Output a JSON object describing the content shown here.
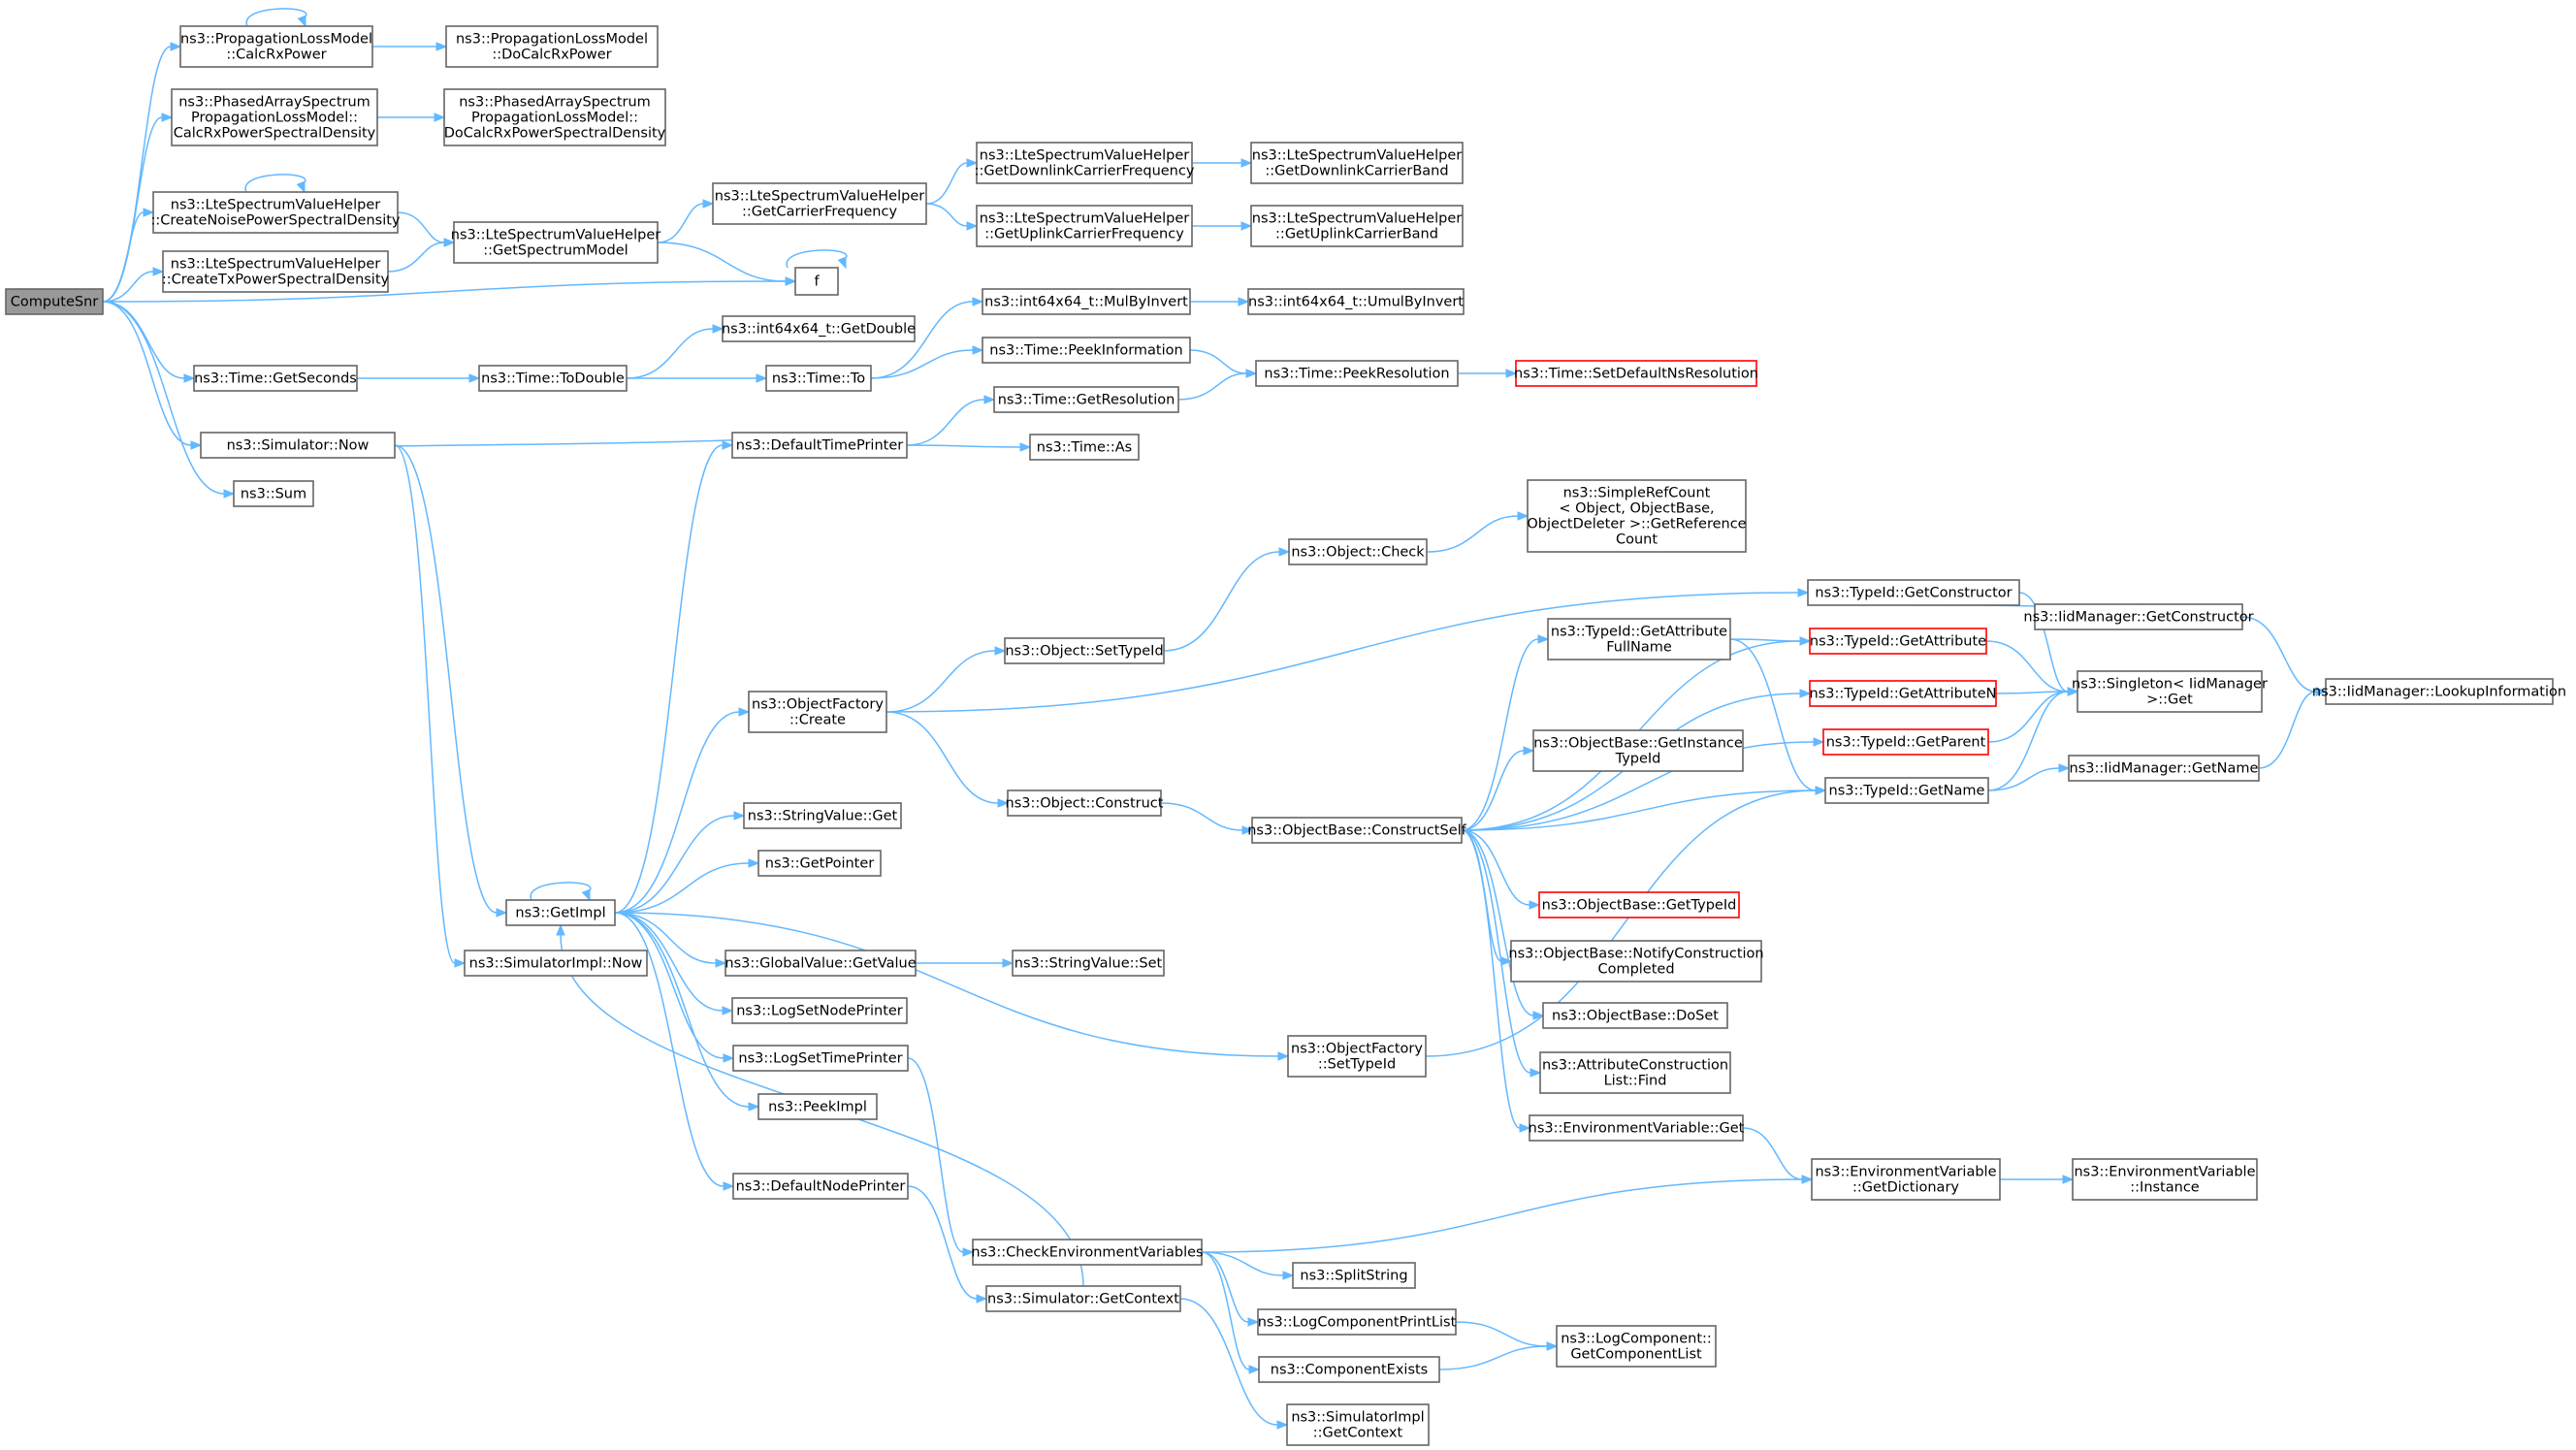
{
  "graph": {
    "edge_color": "#63b8ff",
    "node_border_color": "#666666",
    "highlight_border_color": "#ff0000",
    "root_fill_color": "#999999",
    "nodes": [
      {
        "id": "ComputeSnr",
        "lines": [
          "ComputeSnr"
        ],
        "root": true
      },
      {
        "id": "PLM_CalcRxPower",
        "lines": [
          "ns3::PropagationLossModel",
          "::CalcRxPower"
        ]
      },
      {
        "id": "PLM_DoCalcRxPower",
        "lines": [
          "ns3::PropagationLossModel",
          "::DoCalcRxPower"
        ]
      },
      {
        "id": "PAS_CalcPSD",
        "lines": [
          "ns3::PhasedArraySpectrum",
          "PropagationLossModel::",
          "CalcRxPowerSpectralDensity"
        ]
      },
      {
        "id": "PAS_DoCalcPSD",
        "lines": [
          "ns3::PhasedArraySpectrum",
          "PropagationLossModel::",
          "DoCalcRxPowerSpectralDensity"
        ]
      },
      {
        "id": "LTE_CreateNoise",
        "lines": [
          "ns3::LteSpectrumValueHelper",
          "::CreateNoisePowerSpectralDensity"
        ]
      },
      {
        "id": "LTE_CreateTx",
        "lines": [
          "ns3::LteSpectrumValueHelper",
          "::CreateTxPowerSpectralDensity"
        ]
      },
      {
        "id": "LTE_GetSpectrumModel",
        "lines": [
          "ns3::LteSpectrumValueHelper",
          "::GetSpectrumModel"
        ]
      },
      {
        "id": "LTE_GetCarrierFreq",
        "lines": [
          "ns3::LteSpectrumValueHelper",
          "::GetCarrierFrequency"
        ]
      },
      {
        "id": "LTE_GetDlCarrierFreq",
        "lines": [
          "ns3::LteSpectrumValueHelper",
          "::GetDownlinkCarrierFrequency"
        ]
      },
      {
        "id": "LTE_GetUlCarrierFreq",
        "lines": [
          "ns3::LteSpectrumValueHelper",
          "::GetUplinkCarrierFrequency"
        ]
      },
      {
        "id": "LTE_GetDlCarrierBand",
        "lines": [
          "ns3::LteSpectrumValueHelper",
          "::GetDownlinkCarrierBand"
        ]
      },
      {
        "id": "LTE_GetUlCarrierBand",
        "lines": [
          "ns3::LteSpectrumValueHelper",
          "::GetUplinkCarrierBand"
        ]
      },
      {
        "id": "f",
        "lines": [
          "f"
        ]
      },
      {
        "id": "Int_MulByInvert",
        "lines": [
          "ns3::int64x64_t::MulByInvert"
        ]
      },
      {
        "id": "Int_UmulByInvert",
        "lines": [
          "ns3::int64x64_t::UmulByInvert"
        ]
      },
      {
        "id": "Int_GetDouble",
        "lines": [
          "ns3::int64x64_t::GetDouble"
        ]
      },
      {
        "id": "Time_GetSeconds",
        "lines": [
          "ns3::Time::GetSeconds"
        ]
      },
      {
        "id": "Time_ToDouble",
        "lines": [
          "ns3::Time::ToDouble"
        ]
      },
      {
        "id": "Time_To",
        "lines": [
          "ns3::Time::To"
        ]
      },
      {
        "id": "Time_PeekInformation",
        "lines": [
          "ns3::Time::PeekInformation"
        ]
      },
      {
        "id": "Time_PeekResolution",
        "lines": [
          "ns3::Time::PeekResolution"
        ]
      },
      {
        "id": "Time_SetDefaultNsRes",
        "lines": [
          "ns3::Time::SetDefaultNsResolution"
        ],
        "red": true
      },
      {
        "id": "Time_GetResolution",
        "lines": [
          "ns3::Time::GetResolution"
        ]
      },
      {
        "id": "Time_As",
        "lines": [
          "ns3::Time::As"
        ]
      },
      {
        "id": "Sim_Now",
        "lines": [
          "ns3::Simulator::Now"
        ]
      },
      {
        "id": "DefaultTimePrinter",
        "lines": [
          "ns3::DefaultTimePrinter"
        ]
      },
      {
        "id": "Sum",
        "lines": [
          "ns3::Sum"
        ]
      },
      {
        "id": "SimpleRefCount",
        "lines": [
          "ns3::SimpleRefCount",
          "< Object, ObjectBase,",
          "ObjectDeleter >::GetReference",
          "Count"
        ]
      },
      {
        "id": "Obj_Check",
        "lines": [
          "ns3::Object::Check"
        ]
      },
      {
        "id": "Obj_SetTypeId",
        "lines": [
          "ns3::Object::SetTypeId"
        ]
      },
      {
        "id": "ObjFactory_Create",
        "lines": [
          "ns3::ObjectFactory",
          "::Create"
        ]
      },
      {
        "id": "Obj_Construct",
        "lines": [
          "ns3::Object::Construct"
        ]
      },
      {
        "id": "TypeId_GetConstructor",
        "lines": [
          "ns3::TypeId::GetConstructor"
        ]
      },
      {
        "id": "IidMgr_GetConstructor",
        "lines": [
          "ns3::IidManager::GetConstructor"
        ]
      },
      {
        "id": "IidMgr_Lookup",
        "lines": [
          "ns3::IidManager::LookupInformation"
        ]
      },
      {
        "id": "TypeId_GetAttrFullName",
        "lines": [
          "ns3::TypeId::GetAttribute",
          "FullName"
        ]
      },
      {
        "id": "TypeId_GetAttribute",
        "lines": [
          "ns3::TypeId::GetAttribute"
        ],
        "red": true
      },
      {
        "id": "TypeId_GetAttributeN",
        "lines": [
          "ns3::TypeId::GetAttributeN"
        ],
        "red": true
      },
      {
        "id": "Singleton_Get",
        "lines": [
          "ns3::Singleton< IidManager",
          ">::Get"
        ]
      },
      {
        "id": "TypeId_GetParent",
        "lines": [
          "ns3::TypeId::GetParent"
        ],
        "red": true
      },
      {
        "id": "ObjBase_GetInstanceTypeId",
        "lines": [
          "ns3::ObjectBase::GetInstance",
          "TypeId"
        ]
      },
      {
        "id": "TypeId_GetName",
        "lines": [
          "ns3::TypeId::GetName"
        ]
      },
      {
        "id": "IidMgr_GetName",
        "lines": [
          "ns3::IidManager::GetName"
        ]
      },
      {
        "id": "ObjBase_ConstructSelf",
        "lines": [
          "ns3::ObjectBase::ConstructSelf"
        ]
      },
      {
        "id": "StringValue_Get",
        "lines": [
          "ns3::StringValue::Get"
        ]
      },
      {
        "id": "GetPointer",
        "lines": [
          "ns3::GetPointer"
        ]
      },
      {
        "id": "GetImpl",
        "lines": [
          "ns3::GetImpl"
        ]
      },
      {
        "id": "ObjBase_GetTypeId",
        "lines": [
          "ns3::ObjectBase::GetTypeId"
        ],
        "red": true
      },
      {
        "id": "GlobalValue_GetValue",
        "lines": [
          "ns3::GlobalValue::GetValue"
        ]
      },
      {
        "id": "StringValue_Set",
        "lines": [
          "ns3::StringValue::Set"
        ]
      },
      {
        "id": "SimImpl_Now",
        "lines": [
          "ns3::SimulatorImpl::Now"
        ]
      },
      {
        "id": "ObjBase_NotifyConstruction",
        "lines": [
          "ns3::ObjectBase::NotifyConstruction",
          "Completed"
        ]
      },
      {
        "id": "LogSetNodePrinter",
        "lines": [
          "ns3::LogSetNodePrinter"
        ]
      },
      {
        "id": "ObjBase_DoSet",
        "lines": [
          "ns3::ObjectBase::DoSet"
        ]
      },
      {
        "id": "LogSetTimePrinter",
        "lines": [
          "ns3::LogSetTimePrinter"
        ]
      },
      {
        "id": "ObjFactory_SetTypeId",
        "lines": [
          "ns3::ObjectFactory",
          "::SetTypeId"
        ]
      },
      {
        "id": "AttrConstructionList_Find",
        "lines": [
          "ns3::AttributeConstruction",
          "List::Find"
        ]
      },
      {
        "id": "PeekImpl",
        "lines": [
          "ns3::PeekImpl"
        ]
      },
      {
        "id": "EnvVar_Get",
        "lines": [
          "ns3::EnvironmentVariable::Get"
        ]
      },
      {
        "id": "EnvVar_GetDictionary",
        "lines": [
          "ns3::EnvironmentVariable",
          "::GetDictionary"
        ]
      },
      {
        "id": "EnvVar_Instance",
        "lines": [
          "ns3::EnvironmentVariable",
          "::Instance"
        ]
      },
      {
        "id": "DefaultNodePrinter",
        "lines": [
          "ns3::DefaultNodePrinter"
        ]
      },
      {
        "id": "CheckEnvVars",
        "lines": [
          "ns3::CheckEnvironmentVariables"
        ]
      },
      {
        "id": "SplitString",
        "lines": [
          "ns3::SplitString"
        ]
      },
      {
        "id": "Sim_GetContext",
        "lines": [
          "ns3::Simulator::GetContext"
        ]
      },
      {
        "id": "LogComponentPrintList",
        "lines": [
          "ns3::LogComponentPrintList"
        ]
      },
      {
        "id": "LogComponent_GetList",
        "lines": [
          "ns3::LogComponent::",
          "GetComponentList"
        ]
      },
      {
        "id": "ComponentExists",
        "lines": [
          "ns3::ComponentExists"
        ]
      },
      {
        "id": "SimImpl_GetContext",
        "lines": [
          "ns3::SimulatorImpl",
          "::GetContext"
        ]
      }
    ],
    "edges": [
      [
        "ComputeSnr",
        "PLM_CalcRxPower"
      ],
      [
        "ComputeSnr",
        "PAS_CalcPSD"
      ],
      [
        "ComputeSnr",
        "LTE_CreateNoise"
      ],
      [
        "ComputeSnr",
        "LTE_CreateTx"
      ],
      [
        "ComputeSnr",
        "f"
      ],
      [
        "ComputeSnr",
        "Time_GetSeconds"
      ],
      [
        "ComputeSnr",
        "Sim_Now"
      ],
      [
        "ComputeSnr",
        "Sum"
      ],
      [
        "PLM_CalcRxPower",
        "PLM_CalcRxPower"
      ],
      [
        "PLM_CalcRxPower",
        "PLM_DoCalcRxPower"
      ],
      [
        "PAS_CalcPSD",
        "PAS_DoCalcPSD"
      ],
      [
        "LTE_CreateNoise",
        "LTE_CreateNoise"
      ],
      [
        "LTE_CreateNoise",
        "LTE_GetSpectrumModel"
      ],
      [
        "LTE_CreateTx",
        "LTE_GetSpectrumModel"
      ],
      [
        "LTE_GetSpectrumModel",
        "LTE_GetCarrierFreq"
      ],
      [
        "LTE_GetSpectrumModel",
        "f"
      ],
      [
        "LTE_GetCarrierFreq",
        "LTE_GetDlCarrierFreq"
      ],
      [
        "LTE_GetCarrierFreq",
        "LTE_GetUlCarrierFreq"
      ],
      [
        "LTE_GetDlCarrierFreq",
        "LTE_GetDlCarrierBand"
      ],
      [
        "LTE_GetUlCarrierFreq",
        "LTE_GetUlCarrierBand"
      ],
      [
        "f",
        "f"
      ],
      [
        "Time_GetSeconds",
        "Time_ToDouble"
      ],
      [
        "Time_ToDouble",
        "Int_GetDouble"
      ],
      [
        "Time_ToDouble",
        "Time_To"
      ],
      [
        "Time_To",
        "Int_MulByInvert"
      ],
      [
        "Time_To",
        "Time_PeekInformation"
      ],
      [
        "Int_MulByInvert",
        "Int_UmulByInvert"
      ],
      [
        "Time_PeekInformation",
        "Time_PeekResolution"
      ],
      [
        "Time_PeekResolution",
        "Time_SetDefaultNsRes"
      ],
      [
        "Time_GetResolution",
        "Time_PeekResolution"
      ],
      [
        "Sim_Now",
        "GetImpl"
      ],
      [
        "Sim_Now",
        "SimImpl_Now"
      ],
      [
        "DefaultTimePrinter",
        "Sim_Now"
      ],
      [
        "DefaultTimePrinter",
        "Time_GetResolution"
      ],
      [
        "DefaultTimePrinter",
        "Time_As"
      ],
      [
        "GetImpl",
        "DefaultTimePrinter"
      ],
      [
        "GetImpl",
        "ObjFactory_Create"
      ],
      [
        "GetImpl",
        "StringValue_Get"
      ],
      [
        "GetImpl",
        "GetPointer"
      ],
      [
        "GetImpl",
        "GlobalValue_GetValue"
      ],
      [
        "GetImpl",
        "LogSetNodePrinter"
      ],
      [
        "GetImpl",
        "LogSetTimePrinter"
      ],
      [
        "GetImpl",
        "PeekImpl"
      ],
      [
        "GetImpl",
        "DefaultNodePrinter"
      ],
      [
        "GetImpl",
        "ObjFactory_SetTypeId"
      ],
      [
        "GetImpl",
        "GetImpl"
      ],
      [
        "GlobalValue_GetValue",
        "StringValue_Set"
      ],
      [
        "ObjFactory_Create",
        "TypeId_GetConstructor"
      ],
      [
        "ObjFactory_Create",
        "Obj_SetTypeId"
      ],
      [
        "ObjFactory_Create",
        "Obj_Construct"
      ],
      [
        "Obj_SetTypeId",
        "Obj_Check"
      ],
      [
        "Obj_Check",
        "SimpleRefCount"
      ],
      [
        "Obj_Construct",
        "ObjBase_ConstructSelf"
      ],
      [
        "TypeId_GetConstructor",
        "IidMgr_GetConstructor"
      ],
      [
        "TypeId_GetConstructor",
        "Singleton_Get"
      ],
      [
        "IidMgr_GetConstructor",
        "IidMgr_Lookup"
      ],
      [
        "TypeId_GetAttrFullName",
        "TypeId_GetAttribute"
      ],
      [
        "TypeId_GetAttrFullName",
        "TypeId_GetName"
      ],
      [
        "TypeId_GetAttribute",
        "Singleton_Get"
      ],
      [
        "TypeId_GetAttributeN",
        "Singleton_Get"
      ],
      [
        "TypeId_GetParent",
        "Singleton_Get"
      ],
      [
        "TypeId_GetName",
        "Singleton_Get"
      ],
      [
        "TypeId_GetName",
        "IidMgr_GetName"
      ],
      [
        "IidMgr_GetName",
        "IidMgr_Lookup"
      ],
      [
        "ObjBase_ConstructSelf",
        "TypeId_GetAttribute"
      ],
      [
        "ObjBase_ConstructSelf",
        "TypeId_GetAttrFullName"
      ],
      [
        "ObjBase_ConstructSelf",
        "TypeId_GetAttributeN"
      ],
      [
        "ObjBase_ConstructSelf",
        "ObjBase_GetInstanceTypeId"
      ],
      [
        "ObjBase_ConstructSelf",
        "TypeId_GetParent"
      ],
      [
        "ObjBase_ConstructSelf",
        "TypeId_GetName"
      ],
      [
        "ObjBase_ConstructSelf",
        "ObjBase_GetTypeId"
      ],
      [
        "ObjBase_ConstructSelf",
        "ObjBase_NotifyConstruction"
      ],
      [
        "ObjBase_ConstructSelf",
        "ObjBase_DoSet"
      ],
      [
        "ObjBase_ConstructSelf",
        "AttrConstructionList_Find"
      ],
      [
        "ObjBase_ConstructSelf",
        "EnvVar_Get"
      ],
      [
        "ObjFactory_SetTypeId",
        "TypeId_GetName"
      ],
      [
        "EnvVar_Get",
        "EnvVar_GetDictionary"
      ],
      [
        "EnvVar_GetDictionary",
        "EnvVar_Instance"
      ],
      [
        "LogSetTimePrinter",
        "CheckEnvVars"
      ],
      [
        "DefaultNodePrinter",
        "Sim_GetContext"
      ],
      [
        "CheckEnvVars",
        "EnvVar_GetDictionary"
      ],
      [
        "CheckEnvVars",
        "SplitString"
      ],
      [
        "CheckEnvVars",
        "LogComponentPrintList"
      ],
      [
        "CheckEnvVars",
        "ComponentExists"
      ],
      [
        "Sim_GetContext",
        "GetImpl"
      ],
      [
        "Sim_GetContext",
        "SimImpl_GetContext"
      ],
      [
        "LogComponentPrintList",
        "LogComponent_GetList"
      ],
      [
        "ComponentExists",
        "LogComponent_GetList"
      ]
    ]
  }
}
